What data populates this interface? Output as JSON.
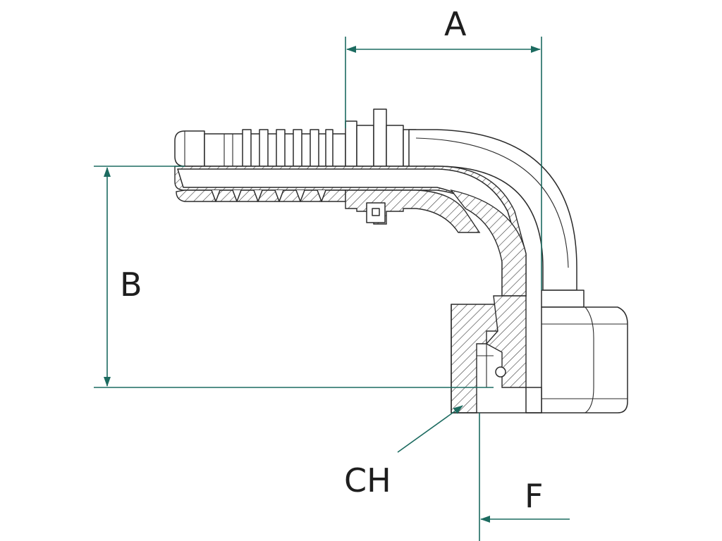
{
  "labels": {
    "a": "A",
    "b": "B",
    "ch": "CH",
    "f": "F"
  },
  "colors": {
    "dimension_line": "#1c6b60",
    "outline": "#2b2b2b",
    "background": "#ffffff"
  }
}
